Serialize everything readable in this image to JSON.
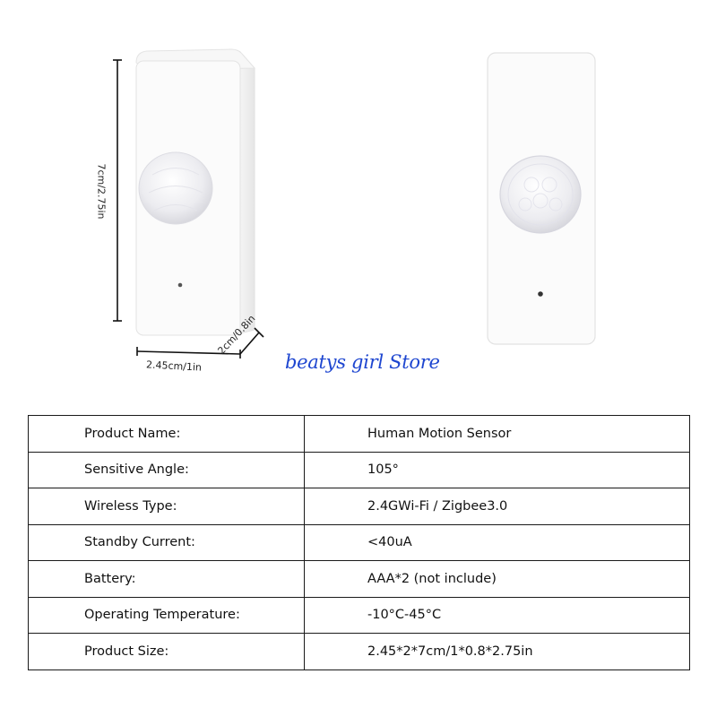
{
  "dimensions": {
    "height": "7cm/2.75in",
    "width": "2.45cm/1in",
    "depth": "2cm/0.8in"
  },
  "watermark": "beatys girl Store",
  "specs": [
    {
      "label": "Product Name:",
      "value": "Human Motion Sensor"
    },
    {
      "label": "Sensitive Angle:",
      "value": "105°"
    },
    {
      "label": "Wireless Type:",
      "value": "2.4GWi-Fi / Zigbee3.0"
    },
    {
      "label": "Standby Current:",
      "value": "<40uA"
    },
    {
      "label": "Battery:",
      "value": "AAA*2 (not include)"
    },
    {
      "label": "Operating Temperature:",
      "value": "-10°C-45°C"
    },
    {
      "label": "Product Size:",
      "value": "2.45*2*7cm/1*0.8*2.75in"
    }
  ]
}
